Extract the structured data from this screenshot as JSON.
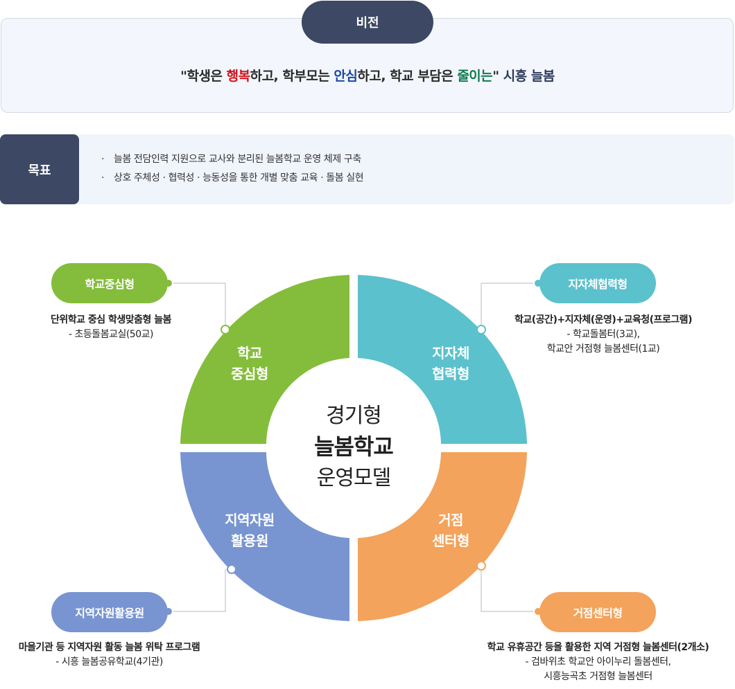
{
  "vision": {
    "label": "비전",
    "quote": {
      "q_open": "\"학생은 ",
      "w1": "행복",
      "t1": "하고, 학부모는 ",
      "w2": "안심",
      "t2": "하고, 학교 부담은 ",
      "w3": "줄이는",
      "t3": "\" ",
      "brand": "시흥 늘봄"
    }
  },
  "goal": {
    "label": "목표",
    "items": [
      "늘봄 전담인력 지원으로 교사와 분리된 늘봄학교 운영 체제 구축",
      "상호 주체성 · 협력성 · 능동성을 통한 개별 맞춤 교육 · 돌봄 실현"
    ],
    "bullet": "·"
  },
  "model": {
    "center": [
      "경기형",
      "늘봄학교",
      "운영모델"
    ],
    "types": [
      {
        "pill": "학교중심형",
        "segment": [
          "학교",
          "중심형"
        ],
        "color": "#84bd3b",
        "lead": "단위학교 중심 학생맞춤형 늘봄",
        "sub": [
          "- 초등돌봄교실(50교)"
        ]
      },
      {
        "pill": "지자체협력형",
        "segment": [
          "지자체",
          "협력형"
        ],
        "color": "#5bc1cd",
        "lead": "학교(공간)+지자체(운영)+교육청(프로그램)",
        "sub": [
          "- 학교돌봄터(3교),",
          "학교안 거점형 늘봄센터(1교)"
        ]
      },
      {
        "pill": "지역자원활용원",
        "segment": [
          "지역자원",
          "활용원"
        ],
        "color": "#7895d1",
        "lead": "마을기관 등 지역자원 활동 늘봄 위탁 프로그램",
        "sub": [
          "- 시흥 늘봄공유학교(4기관)"
        ]
      },
      {
        "pill": "거점센터형",
        "segment": [
          "거점",
          "센터형"
        ],
        "color": "#f3a35b",
        "lead": "학교 유휴공간 등을 활용한 지역 거점형  늘봄센터(2개소)",
        "sub": [
          "- 검바위초 학교안 아이누리 돌봄센터,",
          "시흥능곡초 거점형 늘봄센터"
        ]
      }
    ]
  }
}
